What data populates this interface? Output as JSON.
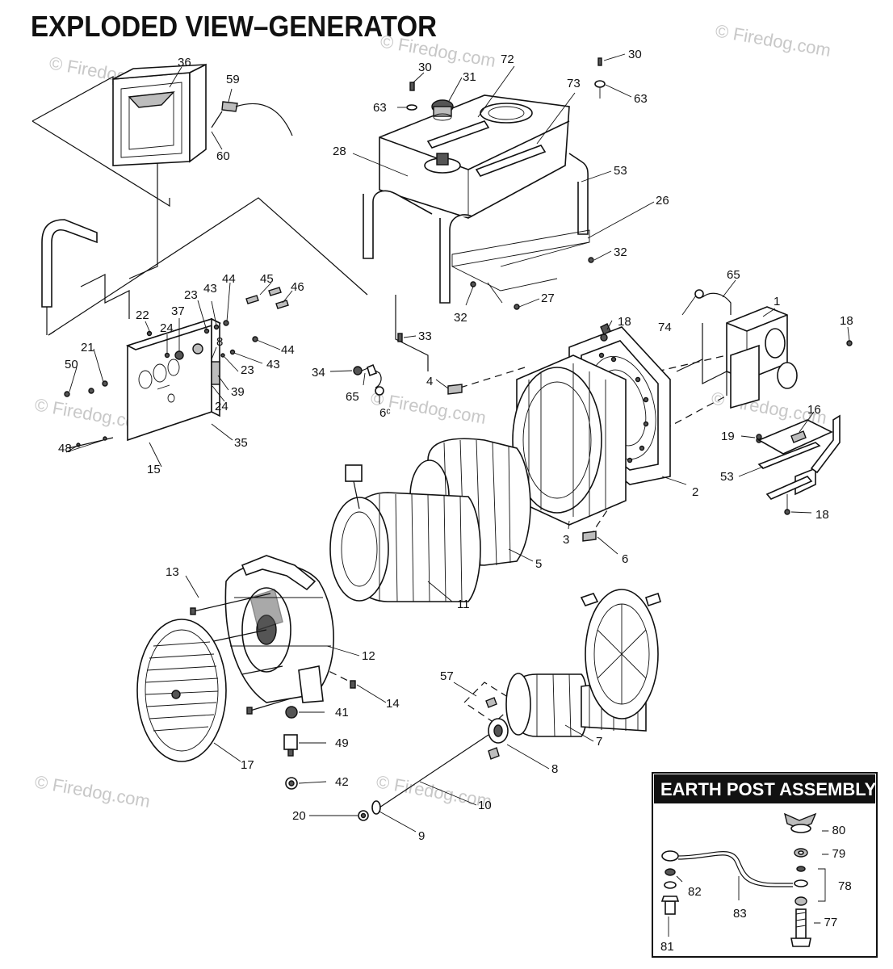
{
  "title": "EXPLODED VIEW–GENERATOR",
  "watermark": "© Firedog.com",
  "inset": {
    "title": "EARTH POST ASSEMBLY"
  },
  "callouts": [
    {
      "id": "c36",
      "text": "36"
    },
    {
      "id": "c59",
      "text": "59"
    },
    {
      "id": "c60",
      "text": "60"
    },
    {
      "id": "c30a",
      "text": "30"
    },
    {
      "id": "c72",
      "text": "72"
    },
    {
      "id": "c31",
      "text": "31"
    },
    {
      "id": "c63a",
      "text": "63"
    },
    {
      "id": "c30b",
      "text": "30"
    },
    {
      "id": "c63b",
      "text": "63"
    },
    {
      "id": "c73",
      "text": "73"
    },
    {
      "id": "c28",
      "text": "28"
    },
    {
      "id": "c53a",
      "text": "53"
    },
    {
      "id": "c26",
      "text": "26"
    },
    {
      "id": "c32a",
      "text": "32"
    },
    {
      "id": "c32b",
      "text": "32"
    },
    {
      "id": "c27",
      "text": "27"
    },
    {
      "id": "c65a",
      "text": "65"
    },
    {
      "id": "c1",
      "text": "1"
    },
    {
      "id": "c74",
      "text": "74"
    },
    {
      "id": "c18a",
      "text": "18"
    },
    {
      "id": "c18b",
      "text": "18"
    },
    {
      "id": "c33",
      "text": "33"
    },
    {
      "id": "c34",
      "text": "34"
    },
    {
      "id": "c65b",
      "text": "65"
    },
    {
      "id": "c66",
      "text": "6ᶜ"
    },
    {
      "id": "c4",
      "text": "4"
    },
    {
      "id": "c16",
      "text": "16"
    },
    {
      "id": "c19",
      "text": "19"
    },
    {
      "id": "c53b",
      "text": "53"
    },
    {
      "id": "c18c",
      "text": "18"
    },
    {
      "id": "c2",
      "text": "2"
    },
    {
      "id": "c3",
      "text": "3"
    },
    {
      "id": "c6",
      "text": "6"
    },
    {
      "id": "c5",
      "text": "5"
    },
    {
      "id": "c11",
      "text": "11"
    },
    {
      "id": "c45",
      "text": "45"
    },
    {
      "id": "c46",
      "text": "46"
    },
    {
      "id": "c44a",
      "text": "44"
    },
    {
      "id": "c43a",
      "text": "43"
    },
    {
      "id": "c23a",
      "text": "23"
    },
    {
      "id": "c37",
      "text": "37"
    },
    {
      "id": "c22",
      "text": "22"
    },
    {
      "id": "c24a",
      "text": "24"
    },
    {
      "id": "c8a",
      "text": "8"
    },
    {
      "id": "c44b",
      "text": "44"
    },
    {
      "id": "c43b",
      "text": "43"
    },
    {
      "id": "c23b",
      "text": "23"
    },
    {
      "id": "c39",
      "text": "39"
    },
    {
      "id": "c24b",
      "text": "24"
    },
    {
      "id": "c21",
      "text": "21"
    },
    {
      "id": "c50",
      "text": "50"
    },
    {
      "id": "c35",
      "text": "35"
    },
    {
      "id": "c48",
      "text": "48"
    },
    {
      "id": "c15",
      "text": "15"
    },
    {
      "id": "c13",
      "text": "13"
    },
    {
      "id": "c12",
      "text": "12"
    },
    {
      "id": "c14",
      "text": "14"
    },
    {
      "id": "c41",
      "text": "41"
    },
    {
      "id": "c49",
      "text": "49"
    },
    {
      "id": "c42",
      "text": "42"
    },
    {
      "id": "c17",
      "text": "17"
    },
    {
      "id": "c57",
      "text": "57"
    },
    {
      "id": "c7",
      "text": "7"
    },
    {
      "id": "c8b",
      "text": "8"
    },
    {
      "id": "c10",
      "text": "10"
    },
    {
      "id": "c20",
      "text": "20"
    },
    {
      "id": "c9",
      "text": "9"
    },
    {
      "id": "c80",
      "text": "– 80"
    },
    {
      "id": "c79",
      "text": "– 79"
    },
    {
      "id": "c78",
      "text": "78"
    },
    {
      "id": "c82",
      "text": "82"
    },
    {
      "id": "c83",
      "text": "83"
    },
    {
      "id": "c81",
      "text": "81"
    },
    {
      "id": "c77",
      "text": "– 77"
    }
  ]
}
